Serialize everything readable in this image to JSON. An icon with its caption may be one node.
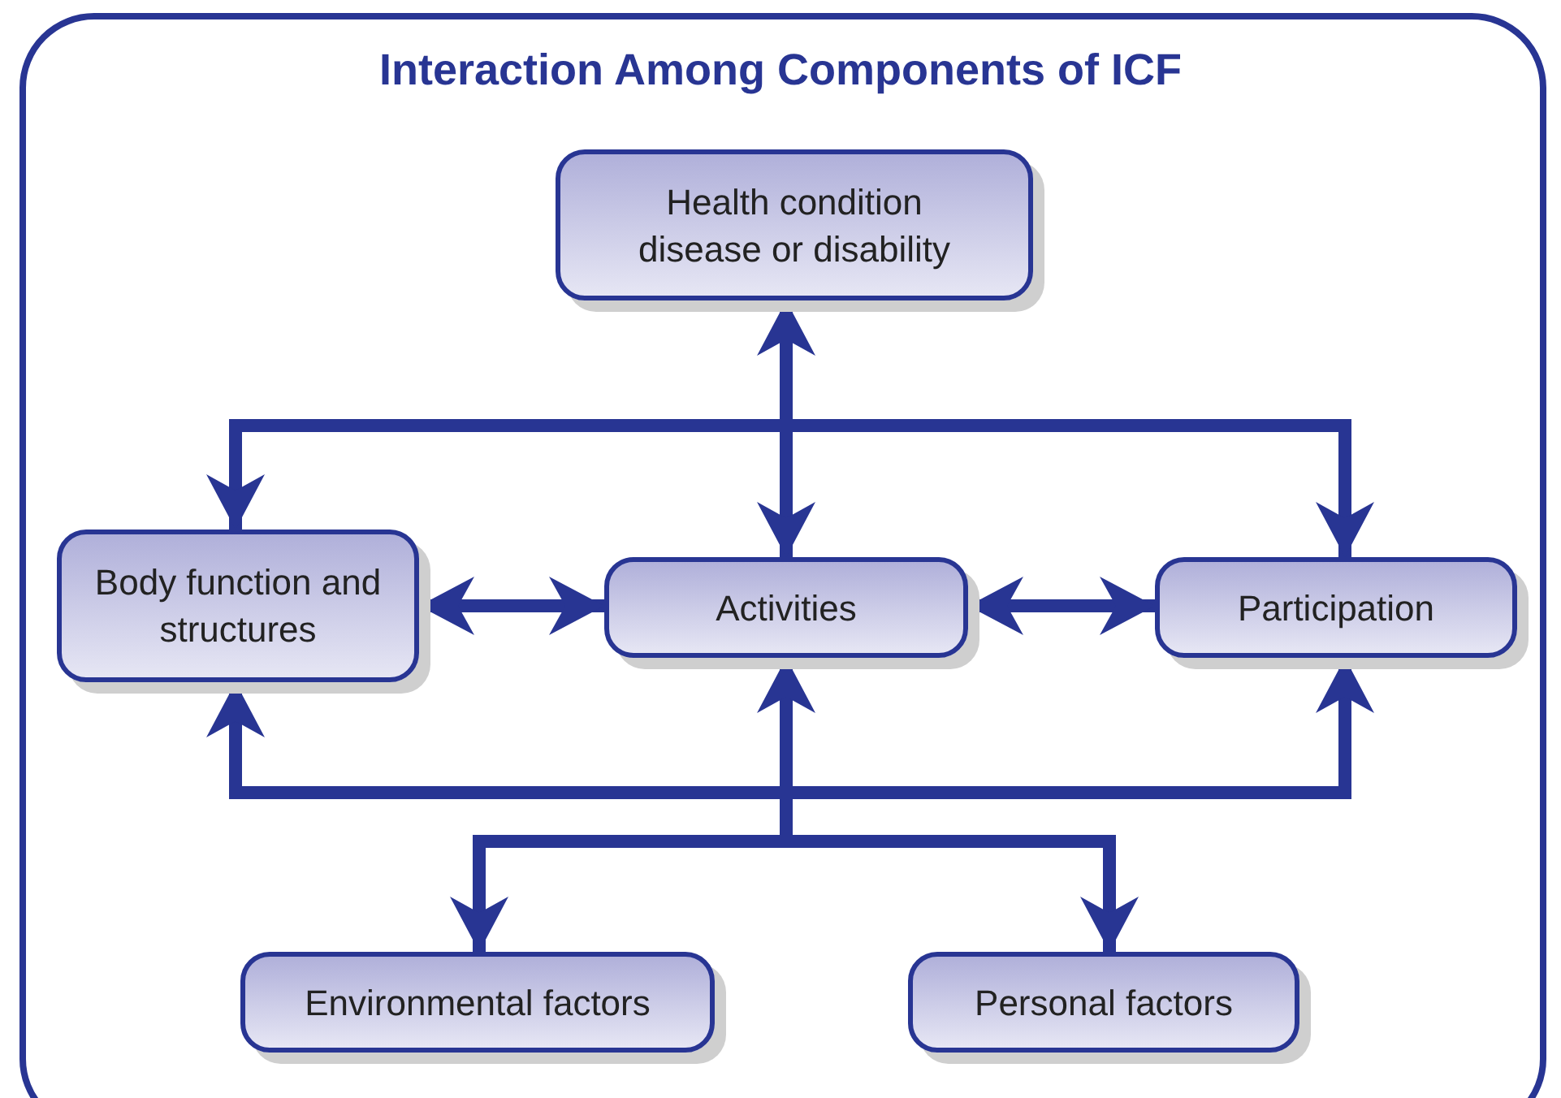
{
  "diagram": {
    "title": "Interaction Among Components of ICF",
    "nodes": [
      {
        "text": [
          "Health condition disease or disability"
        ]
      },
      {
        "text": [
          "Body function and structures"
        ]
      },
      {
        "text": [
          "Activities"
        ]
      },
      {
        "text": [
          "Participation"
        ]
      },
      {
        "text": [
          "Environmental factors"
        ]
      },
      {
        "text": [
          "Personal factors"
        ]
      }
    ],
    "edges": [
      {
        "from": 0,
        "to": 2,
        "arrow": "both"
      },
      {
        "from": 0,
        "to": 1,
        "arrow": "to"
      },
      {
        "from": 0,
        "to": 3,
        "arrow": "to"
      },
      {
        "from": 1,
        "to": 2,
        "arrow": "both"
      },
      {
        "from": 2,
        "to": 3,
        "arrow": "both"
      },
      {
        "from": 4,
        "to": 2,
        "arrow": "to"
      },
      {
        "from": 4,
        "to": 1,
        "arrow": "both"
      },
      {
        "from": 5,
        "to": 3,
        "arrow": "both"
      }
    ]
  }
}
